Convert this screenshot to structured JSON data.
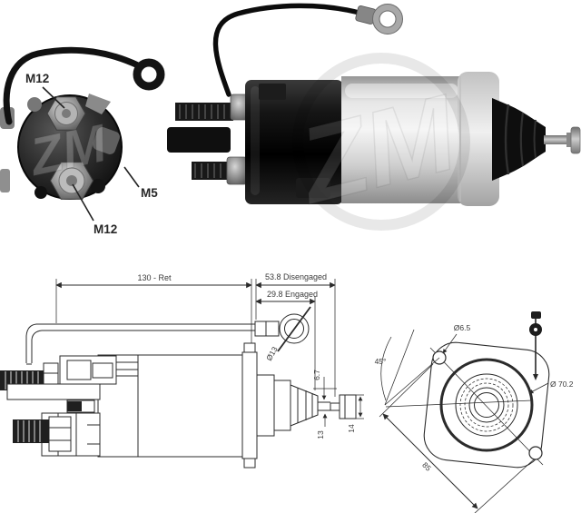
{
  "watermark": {
    "text": "ZM"
  },
  "cap_photo": {
    "label_top_terminal": "M12",
    "label_small_terminal": "M5",
    "label_bottom_terminal": "M12"
  },
  "side_view": {
    "dim_total_length": "130 - Ret",
    "dim_disengaged": "53.8 Disengaged",
    "dim_engaged": "29.8 Engaged",
    "dim_ring_terminal_diameter": "Ø13",
    "dim_rod_clearance": "6.7",
    "dim_rod_length": "13",
    "dim_tip_height": "14"
  },
  "rear_view": {
    "dim_mount_hole_diameter": "Ø6.5",
    "dim_pilot_diameter": "Ø 70.2",
    "dim_mount_angle": "45°",
    "dim_hole_spacing": "85"
  }
}
